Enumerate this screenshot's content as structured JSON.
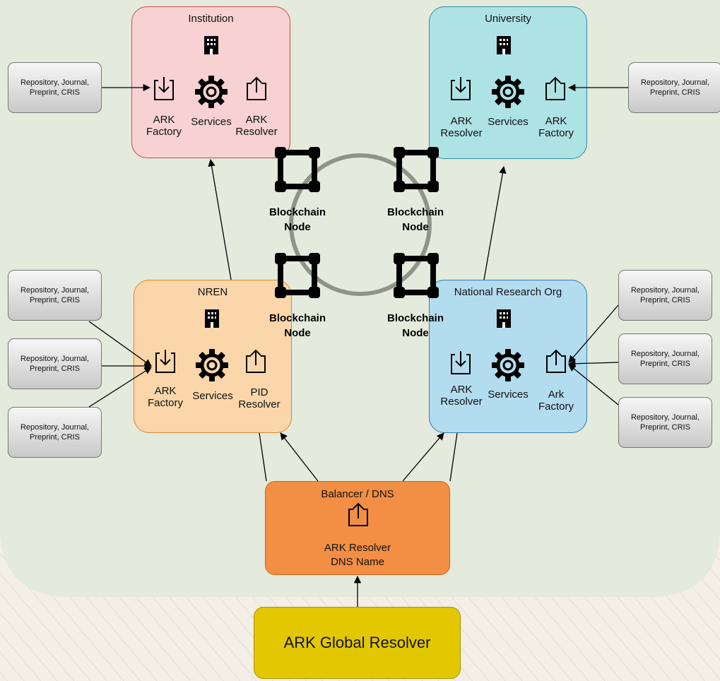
{
  "institution": {
    "title": "Institution",
    "left_label": "ARK\nFactory",
    "mid_label": "Services",
    "right_label": "ARK\nResolver"
  },
  "university": {
    "title": "University",
    "left_label": "ARK\nResolver",
    "mid_label": "Services",
    "right_label": "ARK\nFactory"
  },
  "nren": {
    "title": "NREN",
    "left_label": "ARK\nFactory",
    "mid_label": "Services",
    "right_label": "PID\nResolver"
  },
  "nro": {
    "title": "National Research Org",
    "left_label": "ARK\nResolver",
    "mid_label": "Services",
    "right_label": "Ark\nFactory"
  },
  "blockchain": {
    "node_label": "Blockchain\nNode"
  },
  "balancer": {
    "title": "Balancer / DNS",
    "label": "ARK Resolver\nDNS Name"
  },
  "global_resolver": {
    "label": "ARK Global Resolver"
  },
  "sources": {
    "label": "Repository, Journal, Preprint, CRIS"
  },
  "colors": {
    "institution": "#f8d2d2",
    "university": "#aee3e6",
    "nren": "#fad6aa",
    "nro": "#b3dcef",
    "balancer": "#f28f44",
    "global_resolver": "#e3c700",
    "background_panel": "#e4eadc"
  },
  "icons": [
    "building-icon",
    "download-icon",
    "gear-icon",
    "upload-icon",
    "blockchain-node-icon"
  ]
}
